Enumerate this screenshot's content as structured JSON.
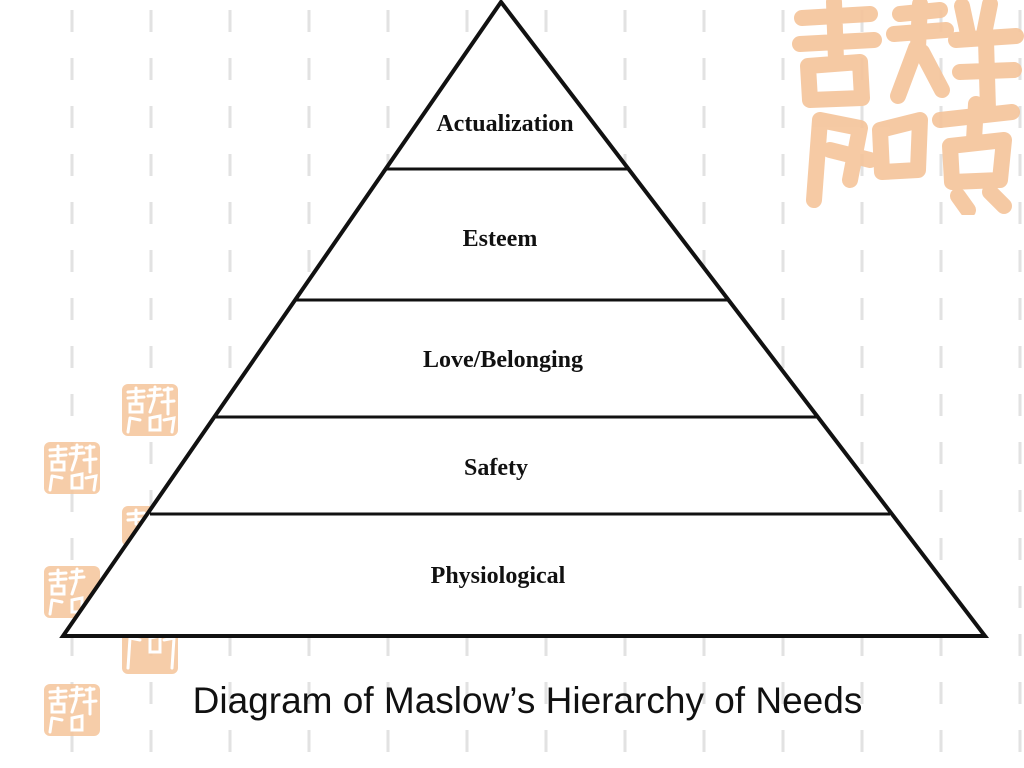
{
  "diagram": {
    "levels_top_to_bottom": [
      "Actualization",
      "Esteem",
      "Love/Belonging",
      "Safety",
      "Physiological"
    ],
    "caption": "Diagram of Maslow’s Hierarchy of Needs"
  },
  "decoration": {
    "seal_color": "#f5c49a",
    "dash_color": "#e2e2e2",
    "seal_icon": "chinese-seal-icon"
  }
}
